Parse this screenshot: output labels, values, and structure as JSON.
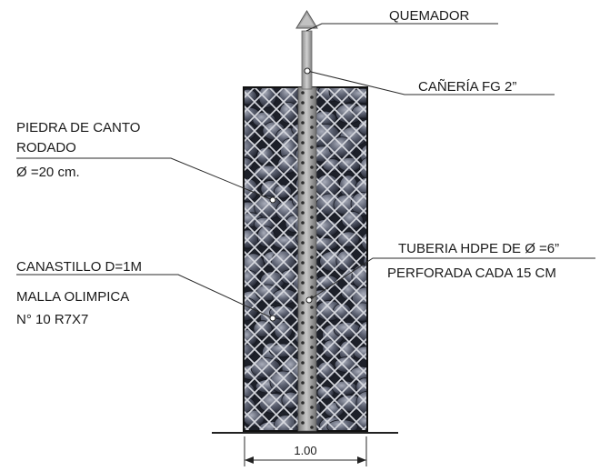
{
  "labels": {
    "burner": "QUEMADOR",
    "pipe": "CAÑERÍA FG 2”",
    "stone_line1": "PIEDRA DE CANTO",
    "stone_line2": "RODADO",
    "stone_line3": "Ø =20 cm.",
    "tube_line1": "TUBERIA HDPE DE Ø =6”",
    "tube_line2": "PERFORADA CADA 15 CM",
    "basket_line1": "CANASTILLO D=1M",
    "basket_line2": "MALLA OLIMPICA",
    "basket_line3": "N° 10 R7X7",
    "dimension": "1.00"
  },
  "colors": {
    "stone_dark": "#2b2e3a",
    "stone_light": "#8a8f9e",
    "mesh": "#d4d6dc",
    "pipe": "#9a9a9a",
    "burner": "#a8a8a8",
    "ground": "#222222"
  }
}
